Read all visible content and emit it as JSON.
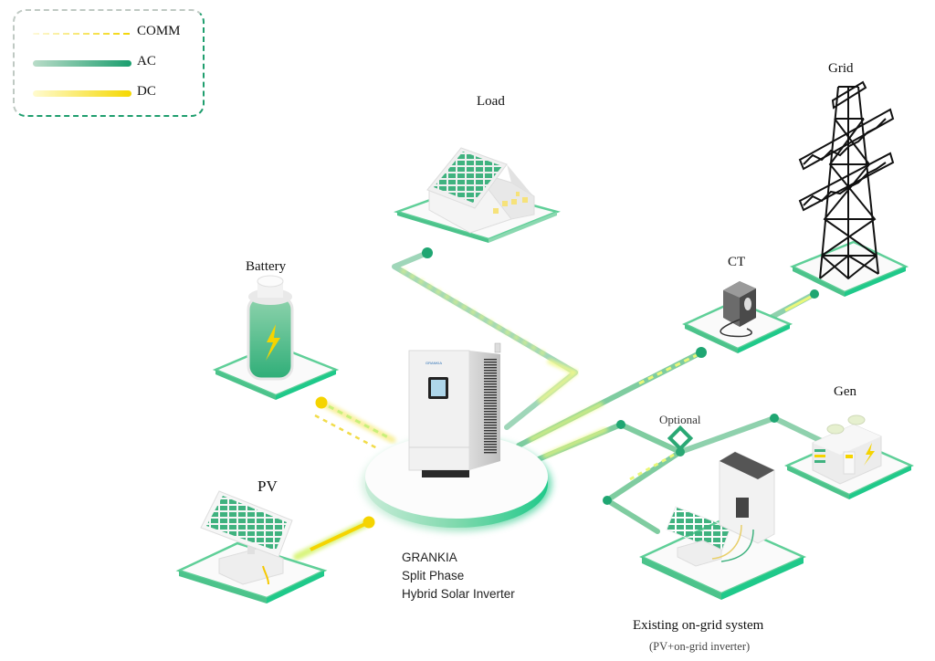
{
  "legend": {
    "items": [
      {
        "label": "COMM",
        "style": "dashed",
        "colors": [
          "#fffbd0",
          "#f2d400"
        ]
      },
      {
        "label": "AC",
        "style": "solid",
        "colors": [
          "#b9dcc8",
          "#1a9e6e"
        ]
      },
      {
        "label": "DC",
        "style": "solid",
        "colors": [
          "#fffbd0",
          "#f5d800"
        ]
      }
    ]
  },
  "nodes": {
    "load": {
      "label": "Load"
    },
    "grid": {
      "label": "Grid"
    },
    "ct": {
      "label": "CT"
    },
    "battery": {
      "label": "Battery"
    },
    "gen": {
      "label": "Gen"
    },
    "pv": {
      "label": "PV"
    },
    "optional": {
      "label": "Optional"
    },
    "inverter": {
      "brand_badge": "GRANKIA",
      "lines": [
        "GRANKIA",
        "Split Phase",
        "Hybrid Solar Inverter"
      ]
    },
    "existing": {
      "label": "Existing on-grid system",
      "sublabel": "(PV+on-grid inverter)"
    }
  },
  "colors": {
    "ac_green": "#1fa672",
    "ac_light": "#a8d8bd",
    "dc_yellow": "#f5d400",
    "glow_yellow": "#eaf77a",
    "platform_edge": "#3cbf85",
    "tower": "#111111"
  }
}
